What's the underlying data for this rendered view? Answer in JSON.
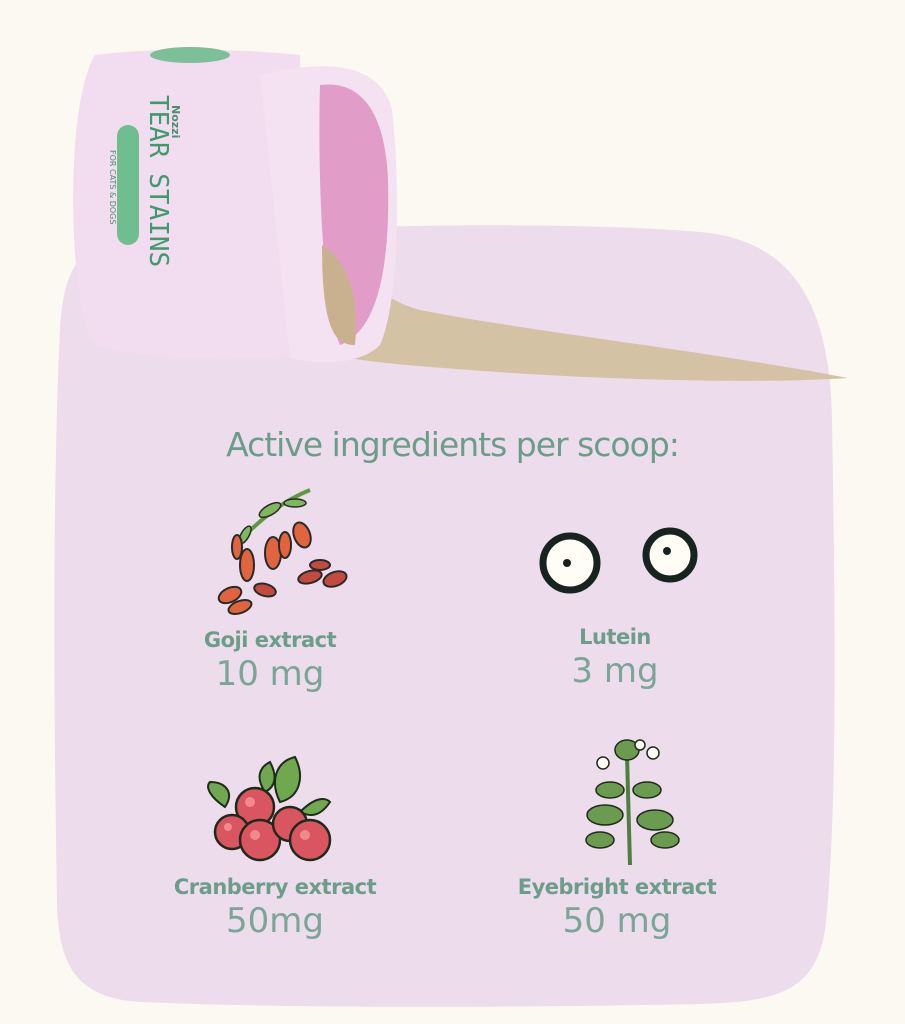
{
  "product": {
    "brand": "Nozzi",
    "name": "TEAR STAINS",
    "subtitle": "FOR CATS & DOGS"
  },
  "heading": "Active ingredients per scoop:",
  "ingredients": [
    {
      "name": "Goji extract",
      "amount": "10 mg",
      "icon": "goji-berries-icon"
    },
    {
      "name": "Lutein",
      "amount": "3 mg",
      "icon": "eyes-icon"
    },
    {
      "name": "Cranberry extract",
      "amount": "50mg",
      "icon": "cranberries-icon"
    },
    {
      "name": "Eyebright extract",
      "amount": "50 mg",
      "icon": "eyebright-plant-icon"
    }
  ],
  "colors": {
    "background": "#fcf8f2",
    "panel": "#ecdcec",
    "text": "#6b9d89",
    "jar": "#f0d9ee",
    "powder": "#d4c2a4"
  }
}
